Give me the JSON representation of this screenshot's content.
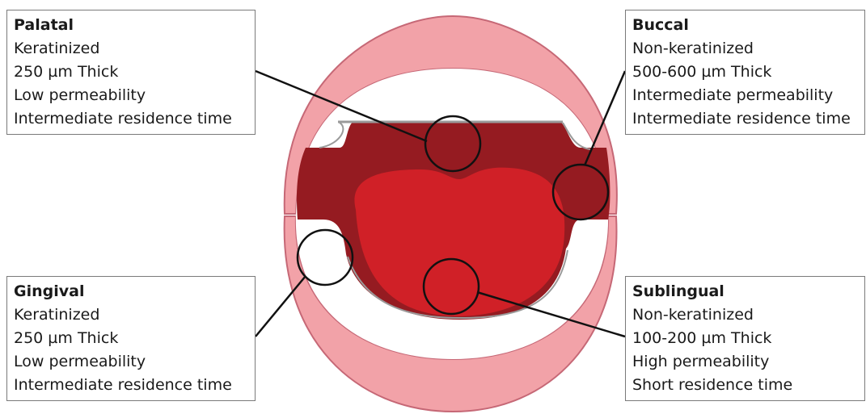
{
  "regions": {
    "palatal": {
      "title": "Palatal",
      "lines": [
        "Keratinized",
        "250 µm Thick",
        "Low permeability",
        "Intermediate residence time"
      ]
    },
    "buccal": {
      "title": "Buccal",
      "lines": [
        "Non-keratinized",
        "500-600 µm Thick",
        "Intermediate permeability",
        "Intermediate residence time"
      ]
    },
    "gingival": {
      "title": "Gingival",
      "lines": [
        "Keratinized",
        "250 µm Thick",
        "Low permeability",
        "Intermediate residence time"
      ]
    },
    "sublingual": {
      "title": "Sublingual",
      "lines": [
        "Non-keratinized",
        "100-200 µm Thick",
        "High permeability",
        "Short residence time"
      ]
    }
  },
  "colors": {
    "lips": "#f2a2a8",
    "lip_outline": "#c66876",
    "mouth_interior": "#951b21",
    "tongue": "#d02027",
    "teeth": "#ffffff",
    "box_border": "#7a7a7a",
    "leader_line": "#111111"
  }
}
